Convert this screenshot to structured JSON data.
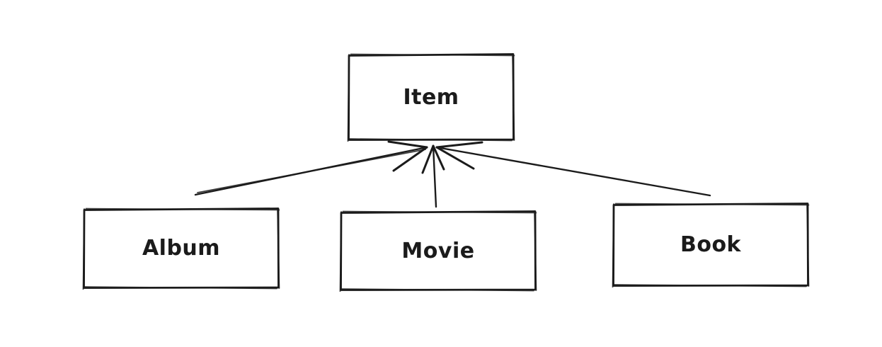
{
  "diagram": {
    "nodes": [
      {
        "id": "item",
        "label": "Item"
      },
      {
        "id": "album",
        "label": "Album"
      },
      {
        "id": "movie",
        "label": "Movie"
      },
      {
        "id": "book",
        "label": "Book"
      }
    ],
    "edges": [
      {
        "from": "Album",
        "to": "Item"
      },
      {
        "from": "Movie",
        "to": "Item"
      },
      {
        "from": "Book",
        "to": "Item"
      }
    ],
    "colors": {
      "background": "#ffffff",
      "stroke": "#1b1b1b",
      "text": "#1b1b1b"
    }
  }
}
